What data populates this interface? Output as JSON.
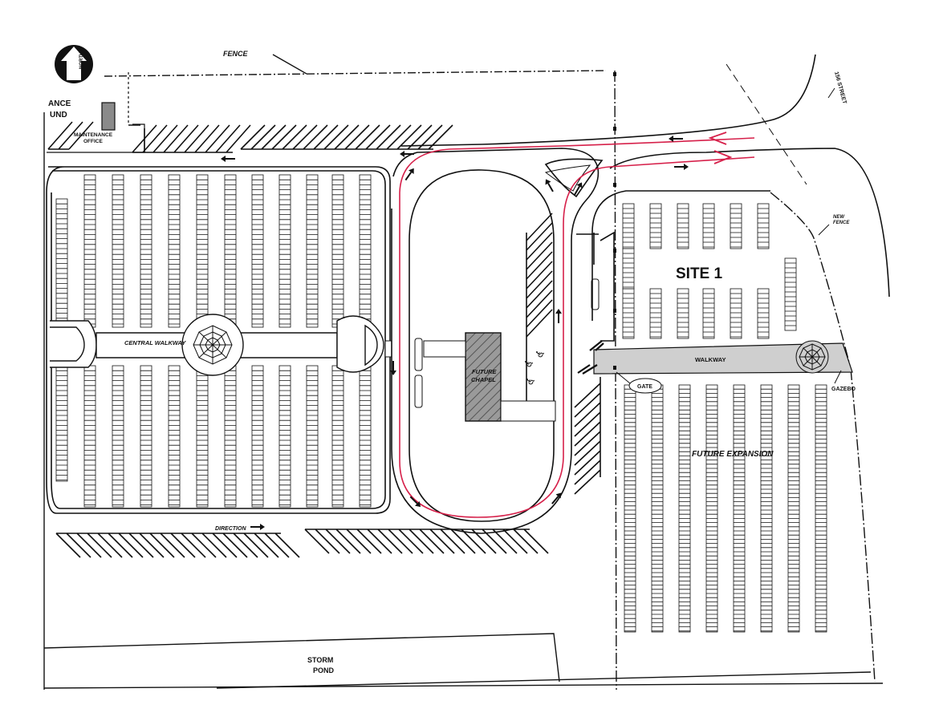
{
  "labels": {
    "fence": "FENCE",
    "north": "NORTH",
    "maintenance_compound_partial_1": "ANCE",
    "maintenance_compound_partial_2": "UND",
    "maintenance_office_1": "MAINTENANCE",
    "maintenance_office_2": "OFFICE",
    "street": "156 STREET",
    "new_fence_1": "NEW",
    "new_fence_2": "FENCE",
    "site": "SITE 1",
    "central_walkway": "CENTRAL WALKWAY",
    "walkway": "WALKWAY",
    "gazebo": "GAZEBO",
    "gate": "GATE",
    "future_chapel_1": "FUTURE",
    "future_chapel_2": "CHAPEL",
    "future_expansion": "FUTURE EXPANSION",
    "direction": "DIRECTION",
    "storm_pond_1": "STORM",
    "storm_pond_2": "POND"
  },
  "colors": {
    "line": "#111111",
    "route": "#d6204a",
    "walkway_fill": "#cfcfcf",
    "chapel_fill": "#8a8a8a",
    "office_fill": "#8a8a8a"
  },
  "icons": [
    "north-arrow-icon",
    "gazebo-icon",
    "accessible-parking-icon",
    "direction-arrow-icon"
  ]
}
